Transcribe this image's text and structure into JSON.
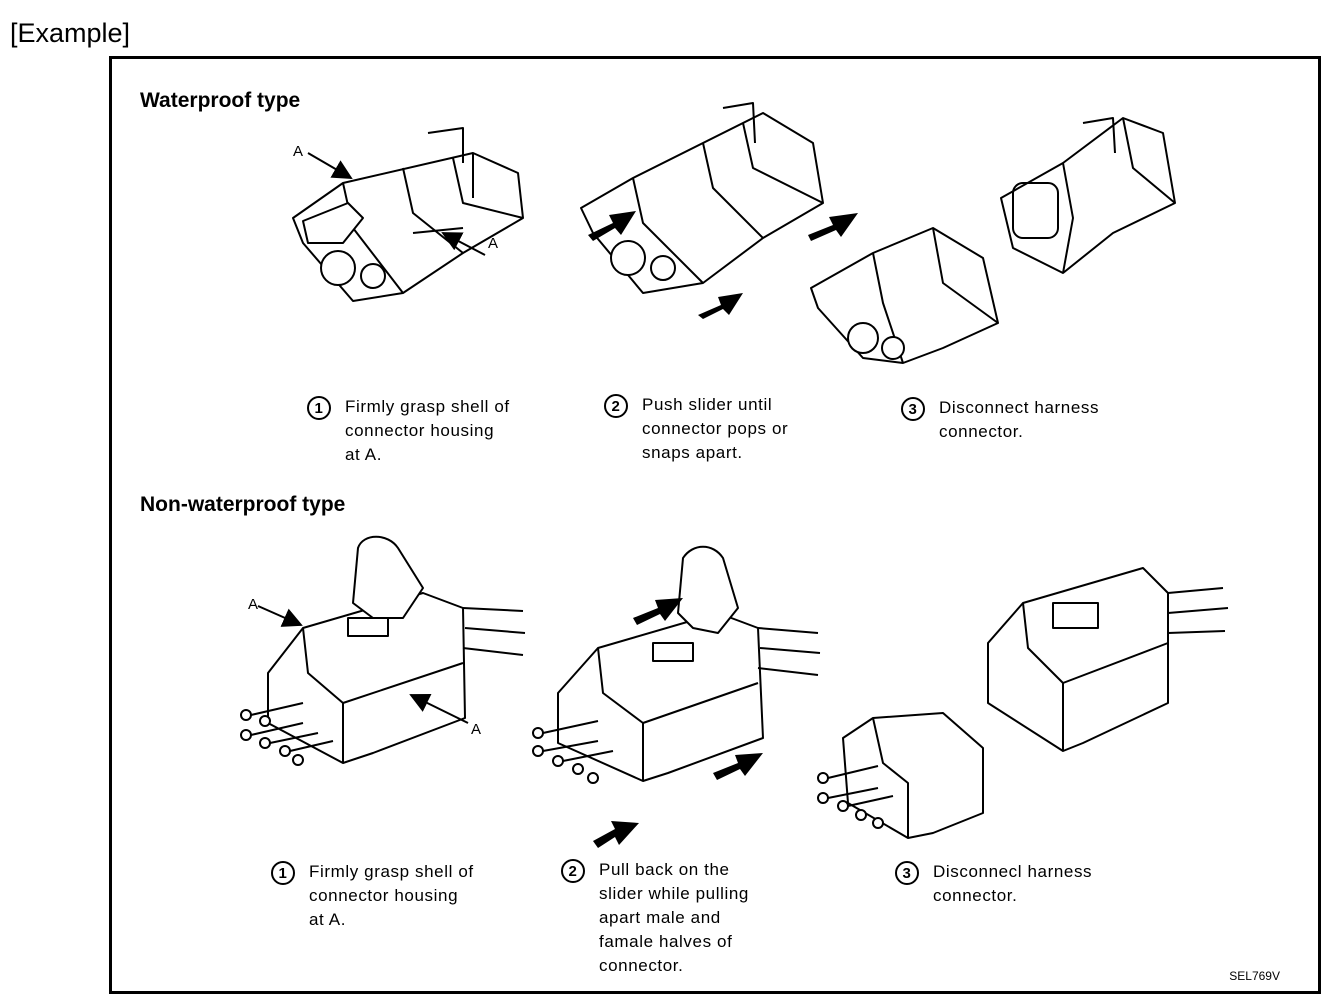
{
  "page_heading": "[Example]",
  "waterproof": {
    "title": "Waterproof type",
    "callout_a": "A",
    "steps": [
      {
        "num": "1",
        "text": "Firmly grasp shell of\nconnector housing\nat A."
      },
      {
        "num": "2",
        "text": "Push slider until\nconnector pops or\nsnaps apart."
      },
      {
        "num": "3",
        "text": "Disconnect harness\nconnector."
      }
    ]
  },
  "non_waterproof": {
    "title": "Non-waterproof type",
    "callout_a": "A",
    "steps": [
      {
        "num": "1",
        "text": "Firmly grasp shell of\nconnector housing\nat A."
      },
      {
        "num": "2",
        "text": "Pull back on the\nslider while pulling\napart male and\nfamale halves of\nconnector."
      },
      {
        "num": "3",
        "text": "Disconnecl harness\nconnector."
      }
    ]
  },
  "figure_code": "SEL769V"
}
